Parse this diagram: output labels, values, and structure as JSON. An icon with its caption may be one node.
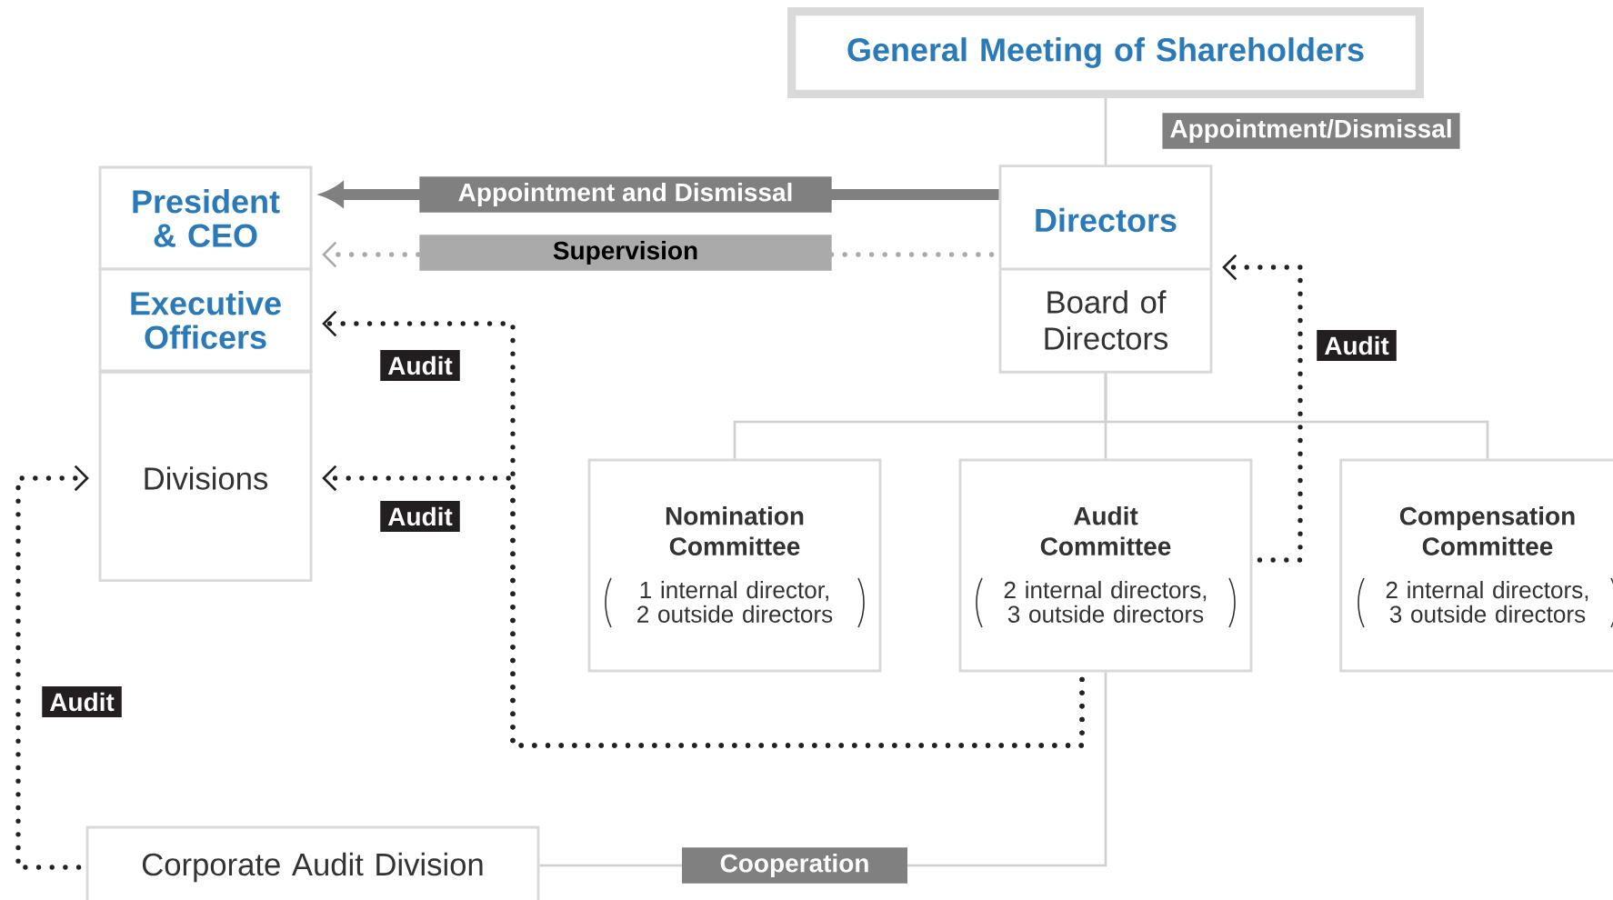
{
  "diagram": {
    "nodes": [
      {
        "text": [
          "General Meeting of Shareholders"
        ]
      },
      {
        "text": [
          "President & CEO"
        ]
      },
      {
        "text": [
          "Executive Officers"
        ]
      },
      {
        "text": [
          "Divisions"
        ]
      },
      {
        "text": [
          "Directors",
          "Board of Directors"
        ]
      },
      {
        "text": [
          "Nomination Committee",
          "1 internal director, 2 outside directors"
        ]
      },
      {
        "text": [
          "Audit Committee",
          "2 internal directors, 3 outside directors"
        ]
      },
      {
        "text": [
          "Compensation Committee",
          "2 internal directors, 3 outside directors"
        ]
      },
      {
        "text": [
          "Corporate Audit Division"
        ]
      }
    ],
    "edges": [
      {
        "from": 0,
        "to": 4,
        "arrow": "none",
        "label": "Appointment/Dismissal"
      },
      {
        "from": 4,
        "to": 1,
        "arrow": "to",
        "label": "Appointment and Dismissal",
        "style": "thick",
        "color": "#808080"
      },
      {
        "from": 4,
        "to": 1,
        "arrow": "to",
        "label": "Supervision",
        "style": "dashed",
        "color": "#aaaaaa"
      },
      {
        "from": 6,
        "to": 2,
        "arrow": "to",
        "label": "Audit",
        "style": "dashed",
        "color": "#222222"
      },
      {
        "from": 6,
        "to": 3,
        "arrow": "to",
        "label": "Audit",
        "style": "dashed",
        "color": "#222222"
      },
      {
        "from": 6,
        "to": 4,
        "arrow": "to",
        "label": "Audit",
        "style": "dashed",
        "color": "#222222"
      },
      {
        "from": 8,
        "to": 3,
        "arrow": "to",
        "label": "Audit",
        "style": "dashed",
        "color": "#222222"
      },
      {
        "from": 4,
        "to": 5,
        "arrow": "none"
      },
      {
        "from": 4,
        "to": 6,
        "arrow": "none"
      },
      {
        "from": 4,
        "to": 7,
        "arrow": "none"
      },
      {
        "from": 6,
        "to": 8,
        "arrow": "none",
        "label": "Cooperation"
      }
    ]
  }
}
